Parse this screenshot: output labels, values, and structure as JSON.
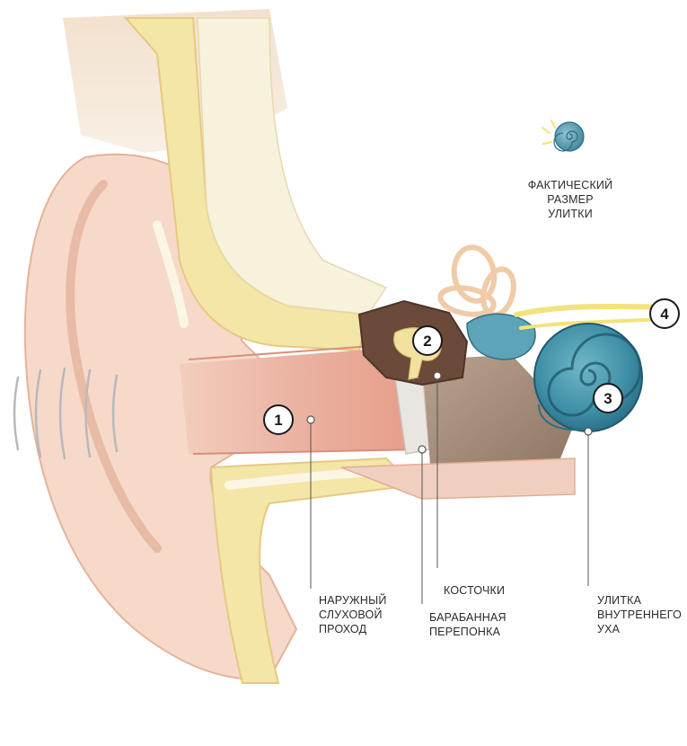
{
  "inset": {
    "line1": "ФАКТИЧЕСКИЙ",
    "line2": "РАЗМЕР УЛИТКИ"
  },
  "markers": [
    "1",
    "2",
    "3",
    "4"
  ],
  "labels": {
    "ear_canal": [
      "НАРУЖНЫЙ",
      "СЛУХОВОЙ",
      "ПРОХОД"
    ],
    "ossicles": [
      "КОСТОЧКИ"
    ],
    "eardrum": [
      "БАРАБАННАЯ",
      "ПЕРЕПОНКА"
    ],
    "cochlea": [
      "УЛИТКА",
      "ВНУТРЕННЕГО",
      "УХА"
    ]
  },
  "colors": {
    "skin": "#f6d9c9",
    "skin_dark": "#eab8a0",
    "bone": "#f3e6a6",
    "bone_light": "#f7f2dc",
    "canal": "#e9a796",
    "cochlea": "#3f8fa6",
    "cochlea_dark": "#22627a",
    "nerve": "#f4e27a",
    "ossicle_chamber": "#6b4a3a"
  }
}
